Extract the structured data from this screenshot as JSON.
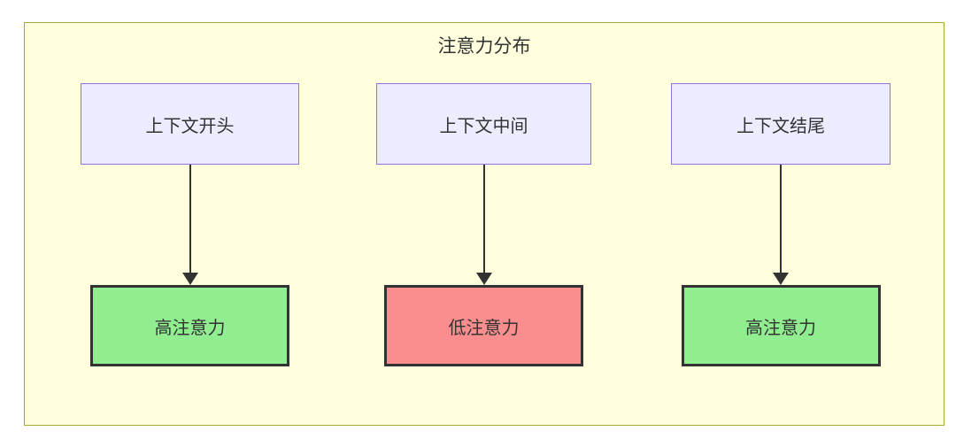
{
  "diagram": {
    "title": "注意力分布",
    "columns": [
      {
        "source": "上下文开头",
        "target": "高注意力",
        "level": "high"
      },
      {
        "source": "上下文中间",
        "target": "低注意力",
        "level": "low"
      },
      {
        "source": "上下文结尾",
        "target": "高注意力",
        "level": "high"
      }
    ],
    "colors": {
      "frame_fill": "#ffffde",
      "frame_border": "#aaaa33",
      "source_fill": "#ECECFF",
      "source_border": "#9370DB",
      "high_attention_fill": "#90EE90",
      "low_attention_fill": "#FA8E8E",
      "target_border": "#333333",
      "arrow": "#333333",
      "text": "#333333"
    }
  }
}
